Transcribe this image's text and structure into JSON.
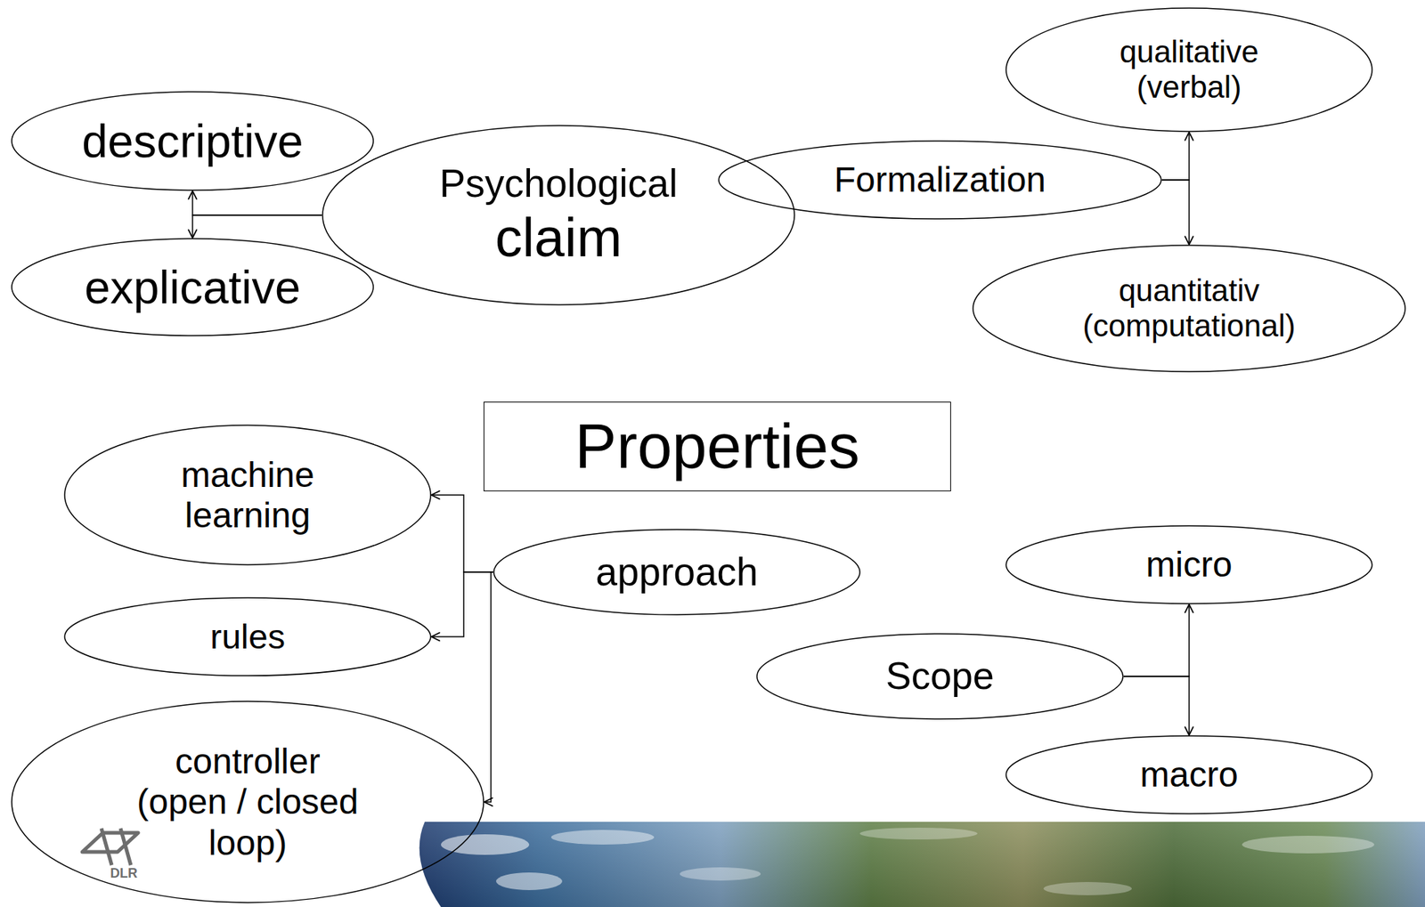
{
  "diagram": {
    "nodes": [
      {
        "text": [
          "descriptive"
        ]
      },
      {
        "text": [
          "explicative"
        ]
      },
      {
        "text": [
          "Psychological",
          "claim"
        ]
      },
      {
        "text": [
          "Formalization"
        ]
      },
      {
        "text": [
          "qualitative (verbal)"
        ]
      },
      {
        "text": [
          "quantitativ (computational)"
        ]
      },
      {
        "text": [
          "Properties"
        ]
      },
      {
        "text": [
          "machine learning"
        ]
      },
      {
        "text": [
          "approach"
        ]
      },
      {
        "text": [
          "rules"
        ]
      },
      {
        "text": [
          "controller (open / closed loop)"
        ]
      },
      {
        "text": [
          "micro"
        ]
      },
      {
        "text": [
          "Scope"
        ]
      },
      {
        "text": [
          "macro"
        ]
      }
    ],
    "edges": [
      {
        "from": 2,
        "to": 0,
        "arrow": "to"
      },
      {
        "from": 2,
        "to": 1,
        "arrow": "to"
      },
      {
        "from": 3,
        "to": 4,
        "arrow": "to"
      },
      {
        "from": 3,
        "to": 5,
        "arrow": "to"
      },
      {
        "from": 8,
        "to": 7,
        "arrow": "to"
      },
      {
        "from": 8,
        "to": 9,
        "arrow": "to"
      },
      {
        "from": 8,
        "to": 10,
        "arrow": "to"
      },
      {
        "from": 12,
        "to": 11,
        "arrow": "to"
      },
      {
        "from": 12,
        "to": 13,
        "arrow": "to"
      }
    ],
    "labels": [
      "DLR"
    ]
  }
}
